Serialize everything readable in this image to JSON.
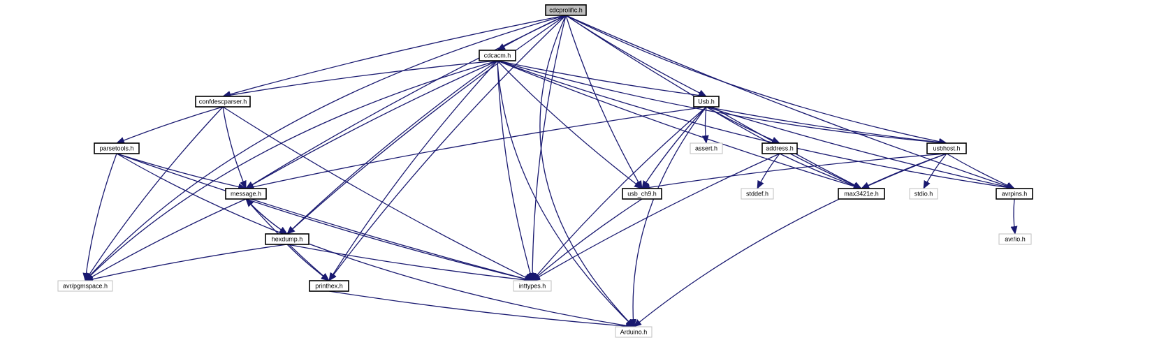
{
  "diagram": {
    "colors": {
      "edge": "#191970",
      "root_fill": "#bfbfbf",
      "external_border": "#bfbfbf",
      "node_border": "#000000"
    },
    "nodes": [
      {
        "id": "cdcprolific",
        "label": "cdcprolific.h",
        "kind": "root"
      },
      {
        "id": "cdcacm",
        "label": "cdcacm.h",
        "kind": "file"
      },
      {
        "id": "confdescparser",
        "label": "confdescparser.h",
        "kind": "file"
      },
      {
        "id": "usb",
        "label": "Usb.h",
        "kind": "file"
      },
      {
        "id": "parsetools",
        "label": "parsetools.h",
        "kind": "file"
      },
      {
        "id": "assert",
        "label": "assert.h",
        "kind": "external"
      },
      {
        "id": "address",
        "label": "address.h",
        "kind": "file"
      },
      {
        "id": "usbhost",
        "label": "usbhost.h",
        "kind": "file"
      },
      {
        "id": "message",
        "label": "message.h",
        "kind": "file"
      },
      {
        "id": "usb_ch9",
        "label": "usb_ch9.h",
        "kind": "file"
      },
      {
        "id": "stddef",
        "label": "stddef.h",
        "kind": "external"
      },
      {
        "id": "max3421e",
        "label": "max3421e.h",
        "kind": "file"
      },
      {
        "id": "stdio",
        "label": "stdio.h",
        "kind": "external"
      },
      {
        "id": "avrpins",
        "label": "avrpins.h",
        "kind": "file"
      },
      {
        "id": "avrio",
        "label": "avr/io.h",
        "kind": "external"
      },
      {
        "id": "hexdump",
        "label": "hexdump.h",
        "kind": "file"
      },
      {
        "id": "pgmspace",
        "label": "avr/pgmspace.h",
        "kind": "external"
      },
      {
        "id": "printhex",
        "label": "printhex.h",
        "kind": "file"
      },
      {
        "id": "inttypes",
        "label": "inttypes.h",
        "kind": "external"
      },
      {
        "id": "arduino",
        "label": "Arduino.h",
        "kind": "external"
      }
    ],
    "edges": [
      [
        "cdcprolific",
        "cdcacm"
      ],
      [
        "cdcprolific",
        "confdescparser"
      ],
      [
        "cdcprolific",
        "usb"
      ],
      [
        "cdcprolific",
        "usbhost"
      ],
      [
        "cdcprolific",
        "message"
      ],
      [
        "cdcprolific",
        "usb_ch9"
      ],
      [
        "cdcprolific",
        "max3421e"
      ],
      [
        "cdcprolific",
        "avrpins"
      ],
      [
        "cdcprolific",
        "hexdump"
      ],
      [
        "cdcprolific",
        "pgmspace"
      ],
      [
        "cdcprolific",
        "printhex"
      ],
      [
        "cdcprolific",
        "inttypes"
      ],
      [
        "cdcprolific",
        "arduino"
      ],
      [
        "cdcacm",
        "confdescparser"
      ],
      [
        "cdcacm",
        "usb"
      ],
      [
        "cdcacm",
        "usbhost"
      ],
      [
        "cdcacm",
        "avrpins"
      ],
      [
        "cdcacm",
        "max3421e"
      ],
      [
        "cdcacm",
        "usb_ch9"
      ],
      [
        "cdcacm",
        "message"
      ],
      [
        "cdcacm",
        "hexdump"
      ],
      [
        "cdcacm",
        "printhex"
      ],
      [
        "cdcacm",
        "pgmspace"
      ],
      [
        "cdcacm",
        "inttypes"
      ],
      [
        "cdcacm",
        "arduino"
      ],
      [
        "confdescparser",
        "parsetools"
      ],
      [
        "confdescparser",
        "message"
      ],
      [
        "confdescparser",
        "pgmspace"
      ],
      [
        "confdescparser",
        "inttypes"
      ],
      [
        "usb",
        "assert"
      ],
      [
        "usb",
        "address"
      ],
      [
        "usb",
        "usbhost"
      ],
      [
        "usb",
        "avrpins"
      ],
      [
        "usb",
        "max3421e"
      ],
      [
        "usb",
        "usb_ch9"
      ],
      [
        "usb",
        "message"
      ],
      [
        "usb",
        "inttypes"
      ],
      [
        "usb",
        "arduino"
      ],
      [
        "parsetools",
        "message"
      ],
      [
        "parsetools",
        "pgmspace"
      ],
      [
        "parsetools",
        "inttypes"
      ],
      [
        "parsetools",
        "arduino"
      ],
      [
        "address",
        "stddef"
      ],
      [
        "address",
        "max3421e"
      ],
      [
        "address",
        "inttypes"
      ],
      [
        "usbhost",
        "stdio"
      ],
      [
        "usbhost",
        "avrpins"
      ],
      [
        "usbhost",
        "max3421e"
      ],
      [
        "usbhost",
        "usb_ch9"
      ],
      [
        "usbhost",
        "arduino"
      ],
      [
        "avrpins",
        "avrio"
      ],
      [
        "message",
        "hexdump"
      ],
      [
        "message",
        "pgmspace"
      ],
      [
        "message",
        "printhex"
      ],
      [
        "message",
        "inttypes"
      ],
      [
        "hexdump",
        "message"
      ],
      [
        "hexdump",
        "pgmspace"
      ],
      [
        "hexdump",
        "printhex"
      ],
      [
        "hexdump",
        "inttypes"
      ],
      [
        "usb_ch9",
        "inttypes"
      ],
      [
        "printhex",
        "arduino"
      ]
    ]
  }
}
